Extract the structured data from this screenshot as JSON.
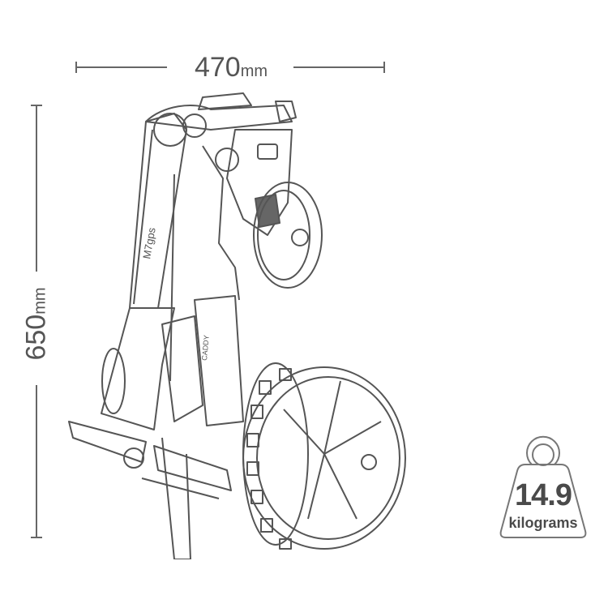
{
  "dimensions": {
    "width": {
      "value": "470",
      "unit": "mm"
    },
    "height": {
      "value": "650",
      "unit": "mm"
    }
  },
  "weight": {
    "value": "14.9",
    "unit": "kilograms",
    "icon": "weight-icon"
  },
  "product": {
    "model_label": "M7gps",
    "battery_label": "CADDY"
  },
  "colors": {
    "line": "#666666",
    "text": "#555555",
    "weight_text": "#4a4a4a"
  }
}
